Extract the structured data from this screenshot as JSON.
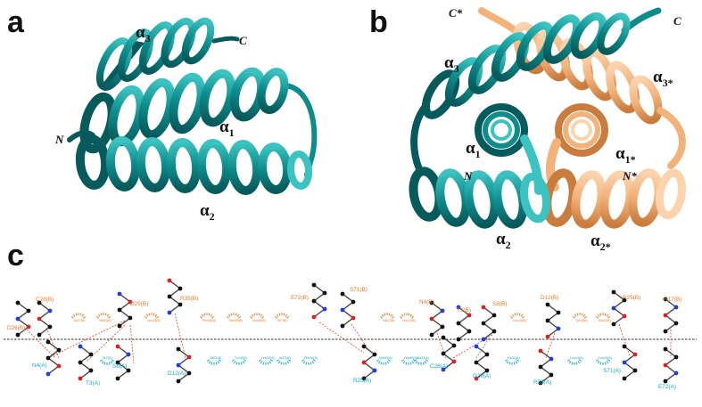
{
  "panels": {
    "a": {
      "letter": "a",
      "helices": [
        {
          "symbol": "α",
          "sub": "3"
        },
        {
          "symbol": "α",
          "sub": "1"
        },
        {
          "symbol": "α",
          "sub": "2"
        }
      ],
      "termini": {
        "c": "C",
        "n": "N"
      }
    },
    "b": {
      "letter": "b",
      "helices": [
        {
          "symbol": "α",
          "sub": "3"
        },
        {
          "symbol": "α",
          "sub": "3*"
        },
        {
          "symbol": "α",
          "sub": "1"
        },
        {
          "symbol": "α",
          "sub": "1*"
        },
        {
          "symbol": "α",
          "sub": "2"
        },
        {
          "symbol": "α",
          "sub": "2*"
        }
      ],
      "termini": {
        "c_star": "C*",
        "c": "C",
        "n": "N",
        "n_star": "N*"
      }
    },
    "c": {
      "letter": "c",
      "top_residues": [
        "D26(B)",
        "C28(B)",
        "D29(B)",
        "R35(B)",
        "E72(B)",
        "S71(B)",
        "N4(B)",
        "T3(B)",
        "S8(B)",
        "D12(B)",
        "R25(B)",
        "H17(B)"
      ],
      "bottom_residues": [
        "N4(A)",
        "T3(A)",
        "S8(A)",
        "D12(A)",
        "R25(A)",
        "C28(A)",
        "D29(A)",
        "R35(A)",
        "S71(A)",
        "E72(A)"
      ],
      "hydrophobic_top": [
        "Ile27(B)",
        "Val32(B)",
        "Leu33(B)",
        "Phe36(B)",
        "Met40(B)",
        "Leu69(B)",
        "Ile7(B)",
        "Val11(B)",
        "Leu14(B)",
        "Leu15(B)",
        "Tyr18(B)",
        "Ala22(B)"
      ],
      "hydrophobic_bottom": [
        "Ile7(A)",
        "Val11(A)",
        "Tyr18(A)",
        "Leu33(A)",
        "Ile27(A)",
        "Phe36(A)",
        "Met40(A)",
        "Leu69(A)",
        "Ala22(A)",
        "Val32(A)",
        "Leu14(A)",
        "Leu15(A)"
      ]
    }
  },
  "colors": {
    "teal": "#0e8c8c",
    "teal_dark": "#075a5c",
    "teal_light": "#3cc2c0",
    "peach": "#f2b27a",
    "peach_dark": "#c97c3e",
    "peach_light": "#fbd3ad",
    "residue_top": "#e07d2a",
    "residue_bottom": "#13a9c9"
  }
}
